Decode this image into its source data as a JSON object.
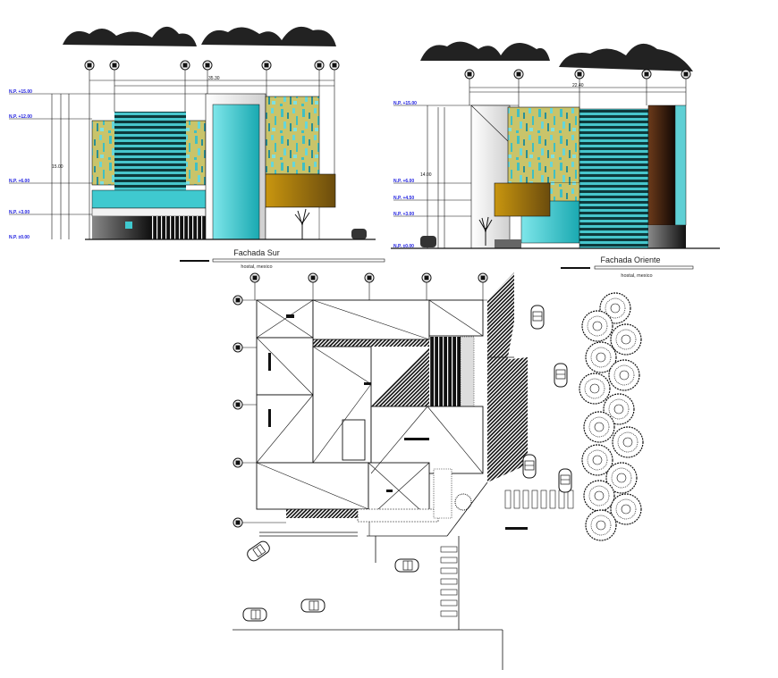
{
  "elevation_south": {
    "title": "Fachada Sur",
    "subtitle": "hostal, mexico",
    "overall_height_dim": "15.00",
    "overall_width_dim": "35.30",
    "levels": [
      "N.P. +15.00",
      "N.P. +12.00",
      "N.P. +6.00",
      "N.P. +3.00",
      "N.P. ±0.00"
    ]
  },
  "elevation_east": {
    "title": "Fachada Oriente",
    "subtitle": "hostal, mexico",
    "overall_width_dim": "22.40",
    "overall_height_dim": "14.00",
    "levels": [
      "N.P. +15.00",
      "N.P. +6.00",
      "N.P. +4.50",
      "N.P. +3.00",
      "N.P. ±0.00"
    ]
  },
  "colors": {
    "cyan": "#3fc9cf",
    "louver_dark": "#0e3a3c",
    "pattern_yellow": "#c9c46a",
    "brown_box": "#a07a12",
    "dark_brown": "#3a2210",
    "level_blue": "#1a1adf",
    "dim_red": "#c03030"
  }
}
